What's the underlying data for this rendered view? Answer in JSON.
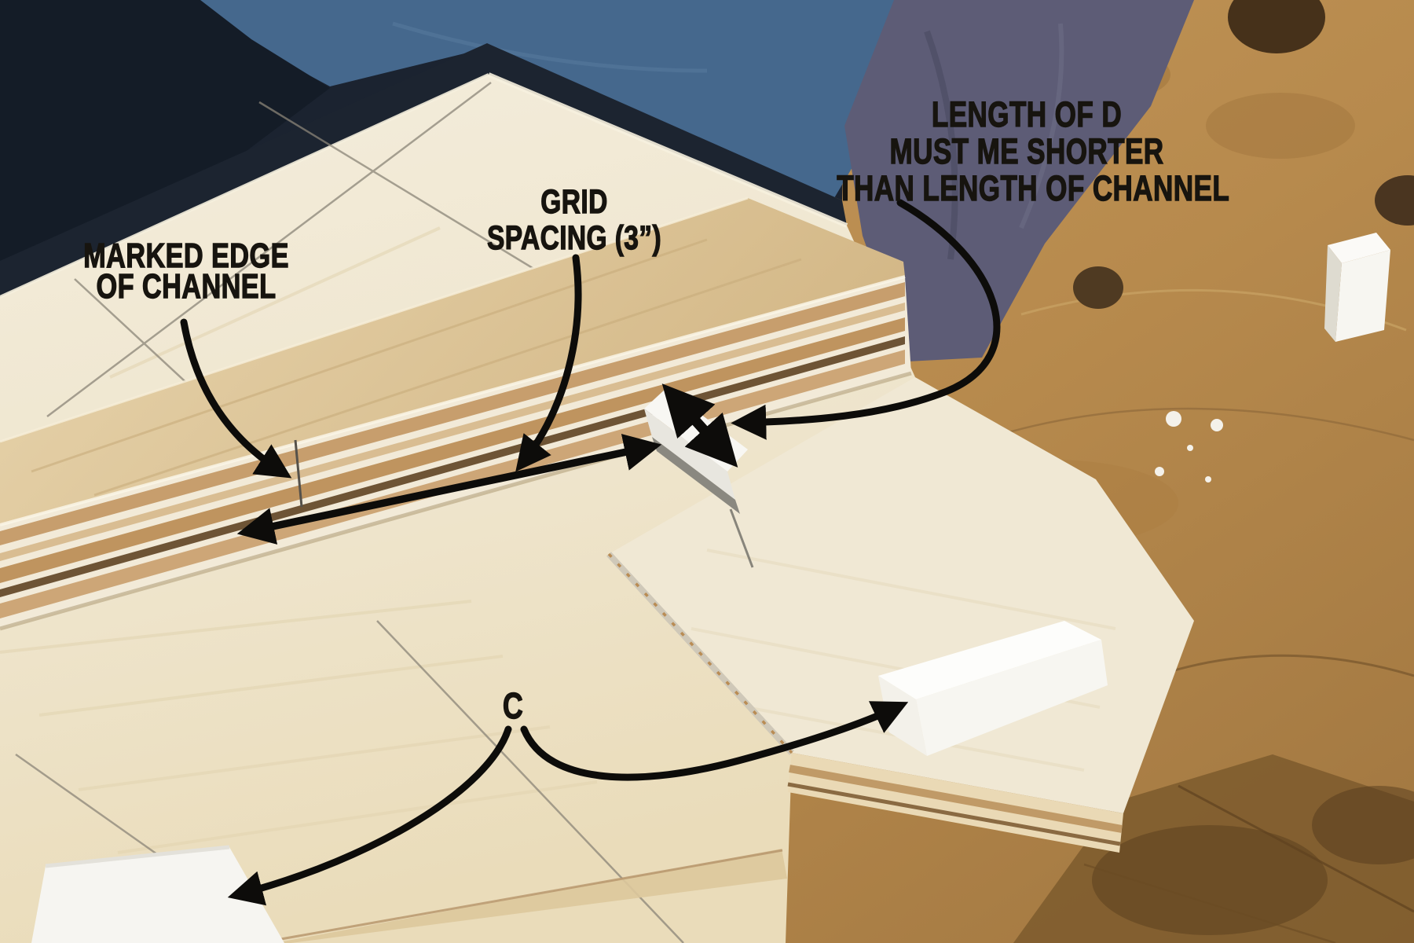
{
  "annotations": {
    "marked_edge": {
      "lines": [
        "MARKED EDGE",
        "OF CHANNEL"
      ]
    },
    "grid_spacing": {
      "lines": [
        "GRID",
        "SPACING (3”)"
      ]
    },
    "length_of_d": {
      "lines": [
        "LENGTH OF D",
        "MUST ME SHORTER",
        "THAN LENGTH OF CHANNEL"
      ]
    },
    "part_label": "C"
  },
  "colors": {
    "annotation_text": "#17140f",
    "arrow": "#0d0c0a",
    "denim_blue": "#45688d",
    "denim_shadow": "#1b2330",
    "fabric_purple": "#5d5c76",
    "workbench": "#b98c50",
    "plywood_face": "#f0e8d4",
    "fence_face": "#ddc59a",
    "edge_layer_brown": "#c79e6d",
    "foam_white": "#f7f6f1"
  }
}
